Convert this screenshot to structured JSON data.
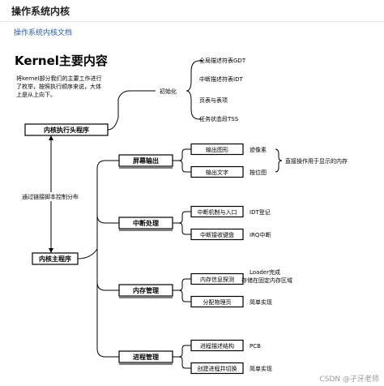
{
  "page": {
    "title": "操作系统内核",
    "link": "操作系统内核文档",
    "watermark": "CSDN @孑牙老师"
  },
  "diagram": {
    "heading": "Kernel主要内容",
    "intro": [
      "将kernel部分我们的主要工作进行",
      "了枚举，按照执行顺序来说，大体",
      "上是从上向下。"
    ],
    "head_node": "内核执行头程序",
    "init_label": "初始化",
    "init_items": [
      "全局描述符表GDT",
      "中断描述符表IDT",
      "页表与表项",
      "任务状态段TSS"
    ],
    "chain_note": "通过链接脚本控制分布",
    "main_node": "内核主程序",
    "modules": [
      {
        "title": "屏幕输出",
        "subs": [
          {
            "label": "输出图形",
            "note": "迹像素"
          },
          {
            "label": "输出文字",
            "note": "按位图"
          }
        ],
        "brace_note": "直接操作用于显示的内存"
      },
      {
        "title": "中断处理",
        "subs": [
          {
            "label": "中断机制与入口",
            "note": "IDT登记"
          },
          {
            "label": "中断接收键盘",
            "note": "IRQ中断"
          }
        ]
      },
      {
        "title": "内存管理",
        "subs": [
          {
            "label": "内存信息探测",
            "note": "Loader完成\n存储在固定内存区域"
          },
          {
            "label": "分配物理页",
            "note": "简单实现"
          }
        ]
      },
      {
        "title": "进程管理",
        "subs": [
          {
            "label": "进程描述结构",
            "note": "PCB"
          },
          {
            "label": "创建进程并切换",
            "note": "简单实现"
          }
        ]
      }
    ]
  }
}
